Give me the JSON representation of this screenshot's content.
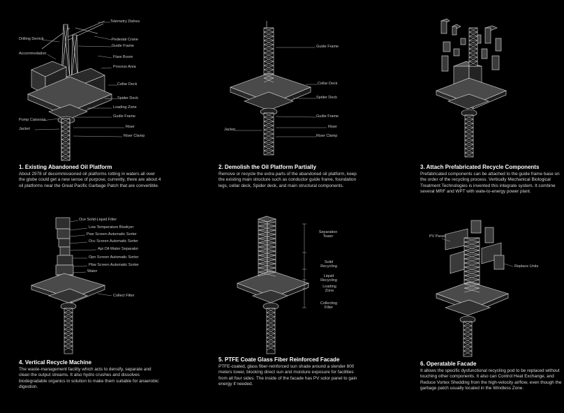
{
  "panels": [
    {
      "title": "1. Existing Abandoned Oil Platform",
      "body": "About 2978 of decommissioned oil platforms rotting in waters all over the globe could get a new sense of purpose, currently, there are about 4 oil platforms near the Great Pacific Garbage Patch that are convertible.",
      "labels": [
        "Telemetry Dishes",
        "Drilling Derrick",
        "Pedestal Crane",
        "Guide Frame",
        "Accommodation",
        "Flare Boom",
        "Process Area",
        "Cellar Deck",
        "Spider Deck",
        "Loading Zone",
        "Pump Caissons",
        "Gudie Frame",
        "Jacket",
        "Riser",
        "Riser Clamp"
      ]
    },
    {
      "title": "2. Demolish the Oil Platform Partially",
      "body": "Remove or recycle the extra parts of the abandoned oil platform, keep the existing main structure such as conductor guide frame, foundation legs, cellar deck, Spider deck, and main structural components.",
      "labels": [
        "Guide Frame",
        "Cellar Deck",
        "Spider Deck",
        "Gudie Frame",
        "Riser",
        "Jacket",
        "Riser Clamp"
      ]
    },
    {
      "title": "3. Attach Prefabricated Recycle Components",
      "body": "Prefabricated components can be attached to the guide frame base on the order of the recycling process. Vertically Mechanical Biological Treatment Technologies is invented this integrate system. It combine several MRF and WPT with wate-to-energy power plant.",
      "labels": []
    },
    {
      "title": "4. Vertical Recycle Machine",
      "body": "The waste-management facility which acts to densify, separate and clean the output streams. It also hydro crushes and dissolves biodegradable organics in solution to make them suitable for anaerobic digestion.",
      "labels": [
        "Oce Solid-Liquid Filter",
        "Low Temperature Biodryer",
        "Pwe Screen Automatic Sorter",
        "Occ Screen Automatic Sorter",
        "Api Oil-Water Separator",
        "Opn Screen Automatic Sorter",
        "Pbw Screen Automatic Sorter",
        "Water",
        "Collect Filter"
      ]
    },
    {
      "title": "5. PTFE Coate Glass Fiber Reinforced Facade",
      "body": "PTFE-coated, glass fiber-reinforced sun shade around a slender 800 meters tower, blocking direct sun and moisture exposure for facilities from all four sides. The inside of the facade has PV solor panel to gain energy if needed.",
      "labels": [
        "Separation Tower",
        "Solid Recycling",
        "Liquid Recycling",
        "Loading Zone",
        "Collecting Filter"
      ]
    },
    {
      "title": "6. Operatable Facade",
      "body": "It allows the specific dysfunctional recycling pod to be replaced without touching other components. It also can Control Heat Exchange, and Reduce Vortex Shedding from the high-velocity airflow, even though the garbage patch usually located in the Windless Zone.",
      "labels": [
        "PV Panel",
        "Replace Units"
      ]
    }
  ],
  "colors": {
    "background": "#000000",
    "text": "#d8d8d8",
    "title": "#ffffff",
    "line": "#e6e6e6"
  }
}
